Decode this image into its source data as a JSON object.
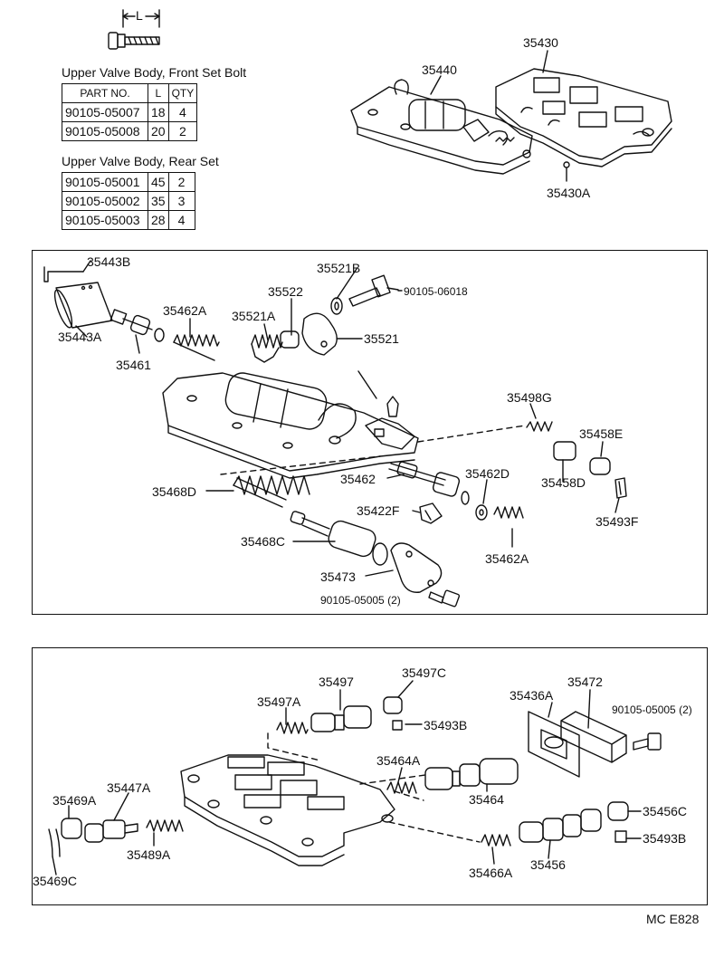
{
  "bolt_dimension_label": "L",
  "front_set": {
    "title": "Upper Valve Body, Front Set Bolt",
    "headers": [
      "PART  NO.",
      "L",
      "QTY"
    ],
    "rows": [
      [
        "90105-05007",
        "18",
        "4"
      ],
      [
        "90105-05008",
        "20",
        "2"
      ]
    ]
  },
  "rear_set": {
    "title": "Upper Valve Body, Rear Set",
    "rows": [
      [
        "90105-05001",
        "45",
        "2"
      ],
      [
        "90105-05002",
        "35",
        "3"
      ],
      [
        "90105-05003",
        "28",
        "4"
      ]
    ]
  },
  "top_labels": {
    "p35430": "35430",
    "p35440": "35440",
    "p35430A": "35430A"
  },
  "mid_labels": {
    "p35443B": "35443B",
    "p35521B": "35521B",
    "p90105_06018": "90105-06018",
    "p35522": "35522",
    "p35462A_top": "35462A",
    "p35521A": "35521A",
    "p35521": "35521",
    "p35443A": "35443A",
    "p35461": "35461",
    "p35498G": "35498G",
    "p35458E": "35458E",
    "p35462": "35462",
    "p35462D": "35462D",
    "p35458D": "35458D",
    "p35468D": "35468D",
    "p35422F": "35422F",
    "p35493F": "35493F",
    "p35468C": "35468C",
    "p35462A_bot": "35462A",
    "p35473": "35473",
    "p90105_05005_2": "90105-05005 (2)"
  },
  "bot_labels": {
    "p35497C": "35497C",
    "p35497": "35497",
    "p35497A": "35497A",
    "p35493B_top": "35493B",
    "p35436A": "35436A",
    "p35472": "35472",
    "p90105_05005_2b": "90105-05005 (2)",
    "p35464A": "35464A",
    "p35464": "35464",
    "p35469A": "35469A",
    "p35447A": "35447A",
    "p35456C": "35456C",
    "p35493B_bot": "35493B",
    "p35489A": "35489A",
    "p35469C": "35469C",
    "p35466A": "35466A",
    "p35456": "35456"
  },
  "footer_code": "MC  E828"
}
